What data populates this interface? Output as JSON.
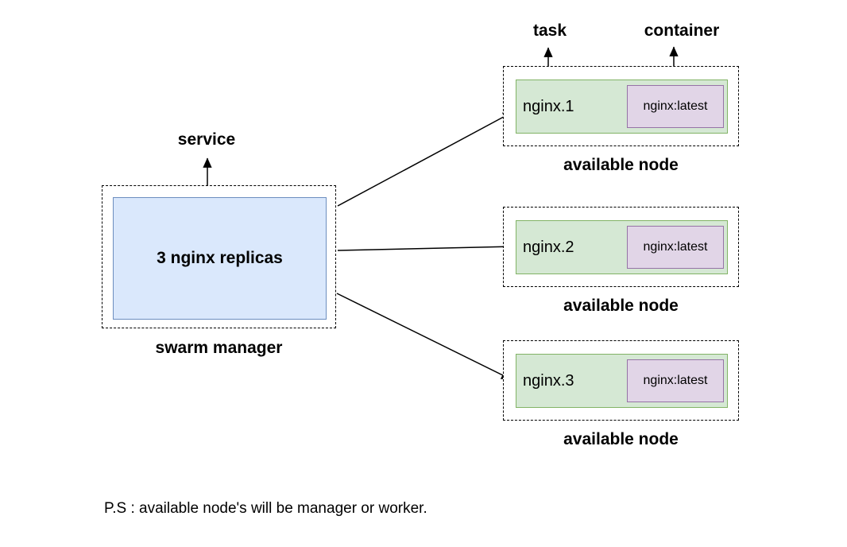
{
  "service_label": "service",
  "task_label": "task",
  "container_label": "container",
  "manager": {
    "text": "3 nginx replicas",
    "caption": "swarm manager"
  },
  "nodes": [
    {
      "task_name": "nginx.1",
      "container_image": "nginx:latest",
      "caption": "available node"
    },
    {
      "task_name": "nginx.2",
      "container_image": "nginx:latest",
      "caption": "available node"
    },
    {
      "task_name": "nginx.3",
      "container_image": "nginx:latest",
      "caption": "available node"
    }
  ],
  "note": "P.S : available node's will be manager or worker.",
  "colors": {
    "manager-fill": "#dae8fc",
    "manager-stroke": "#6c8ebf",
    "node-fill": "#d5e8d4",
    "node-stroke": "#82b366",
    "container-fill": "#e1d5e7",
    "container-stroke": "#9673a6",
    "line": "#000000",
    "background": "#ffffff"
  }
}
